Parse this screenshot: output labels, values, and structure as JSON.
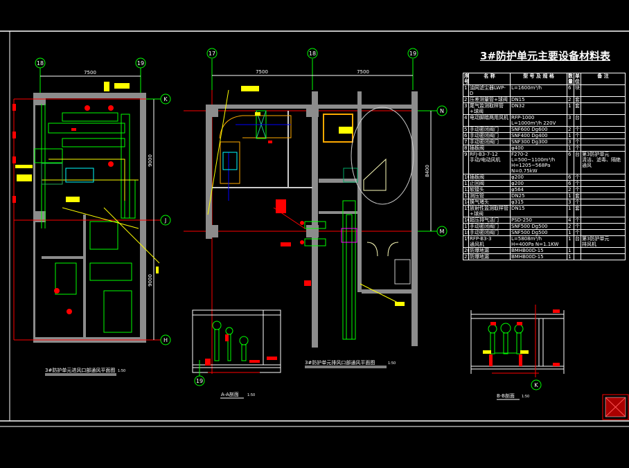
{
  "colors": {
    "background": "#000000",
    "wall": "#8c8c8c",
    "axis": "#ff0000",
    "grid_bubble": "#00ff00",
    "duct_yellow": "#ffff00",
    "duct_green": "#00ff00",
    "text": "#ffffff"
  },
  "left_plan": {
    "title": "3#防护单元进风口部通风平面图",
    "scale": "1:50",
    "axes": {
      "a1": "18",
      "a2": "19",
      "r1": "K",
      "r2": "J",
      "r3": "H"
    },
    "dims": {
      "span": "7500",
      "h1": "9000",
      "h2": "9000"
    }
  },
  "mid_plan": {
    "title": "3#防护单元排风口部通风平面图",
    "scale": "1:50",
    "axes": {
      "a1": "17",
      "a2": "18",
      "a3": "19",
      "r1": "N",
      "r2": "M"
    },
    "dims": {
      "span1": "7500",
      "span2": "7500",
      "h1": "8400"
    }
  },
  "section_a": {
    "title": "A-A剖面",
    "scale": "1:50",
    "axis": "19"
  },
  "section_b": {
    "title": "B-B剖面",
    "scale": "1:50",
    "axis": "K"
  },
  "table": {
    "title": "3#防护单元主要设备材料表",
    "headers": [
      "序号",
      "名 称",
      "型 号 及 规 格",
      "数量",
      "单位",
      "备 注"
    ],
    "rows": [
      [
        "1",
        "油网滤尘器LWP-D",
        "L=1600m³/h",
        "6",
        "块",
        ""
      ],
      [
        "2",
        "压差测量管+球阀",
        "DN15",
        "2",
        "套",
        ""
      ],
      [
        "3",
        "尾气监测取样管+球阀",
        "DN32",
        "1",
        "套",
        ""
      ],
      [
        "4",
        "电动脚踏两用风机",
        "RFP-1000\nL=1000m³/h 220V",
        "3",
        "台",
        ""
      ],
      [
        "5",
        "手动密闭阀门",
        "SNF600 Dg600",
        "2",
        "个",
        ""
      ],
      [
        "6",
        "手动密闭阀门",
        "SNF400 Dg400",
        "1",
        "个",
        ""
      ],
      [
        "7",
        "手动密闭阀门",
        "SNF300 Dg300",
        "3",
        "个",
        ""
      ],
      [
        "8",
        "插板阀",
        "φ400",
        "1",
        "个",
        ""
      ],
      [
        "9",
        "RFJ-B3-7-12\n手动/电动风机",
        "F270-2\nL=500~1100m³/h\nH=1205~568Pa N=0.75kW",
        "6",
        "台",
        "第3防护单元\n清洁、滤毒、隔绝通风"
      ],
      [
        "10",
        "插板阀",
        "φ200",
        "6",
        "个",
        ""
      ],
      [
        "11",
        "止回阀",
        "φ200",
        "6",
        "个",
        ""
      ],
      [
        "12",
        "软接头",
        "φ564",
        "2",
        "个",
        ""
      ],
      [
        "13",
        "测压管",
        "DN25",
        "1",
        "套",
        ""
      ],
      [
        "14",
        "换气堵头",
        "φ315",
        "3",
        "个",
        ""
      ],
      [
        "15",
        "放射性监测取样管+球阀",
        "DN15",
        "1",
        "套",
        ""
      ],
      [
        "16",
        "超压排气活门",
        "PSD-250",
        "4",
        "个",
        ""
      ],
      [
        "17",
        "手动密闭阀门",
        "SNF500 Dg500",
        "2",
        "个",
        ""
      ],
      [
        "18",
        "手动密闭阀门",
        "SNF500 Dg500",
        "1",
        "个",
        ""
      ],
      [
        "19",
        "RFP-B3-3\n通风机",
        "L=5808m³/h\nH=400Pa N=1.1KW",
        "1",
        "台",
        "第3防护单元\n排风机"
      ],
      [
        "20",
        "防爆地漏",
        "BMHB00D-15",
        "1",
        "",
        ""
      ],
      [
        "21",
        "防爆地漏",
        "BMHB00D-15",
        "1",
        "",
        ""
      ]
    ]
  }
}
